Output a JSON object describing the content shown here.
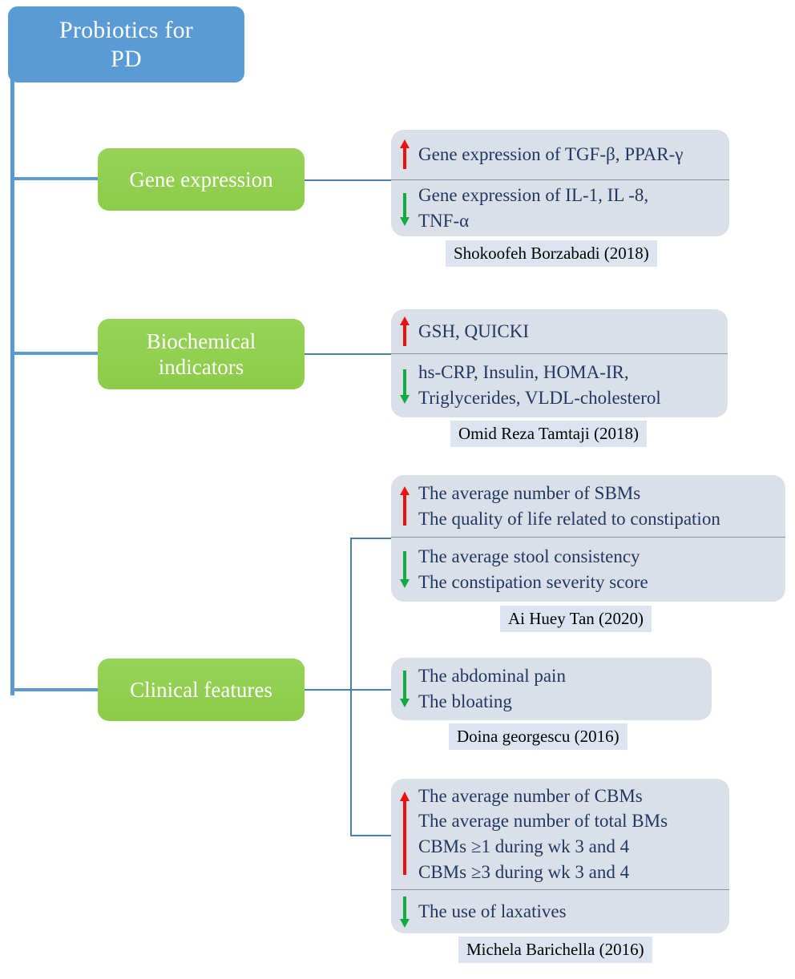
{
  "diagram": {
    "title": "Probiotics for PD",
    "root": {
      "label": "Probiotics for\nPD"
    },
    "colors": {
      "root_fill": "#5b9bd5",
      "category_fill": "#92d050",
      "panel_fill": "#dbdfe8",
      "citation_fill": "#dde3ef",
      "connector": "#5b9bd5",
      "increase_arrow": "#ee1111",
      "decrease_arrow": "#11aa44",
      "panel_text": "#1f3864",
      "node_text": "#ffffff"
    },
    "legend": {
      "up_arrow_meaning": "increase",
      "down_arrow_meaning": "decrease"
    },
    "categories": [
      {
        "id": "gene-expression",
        "label": "Gene expression",
        "studies": [
          {
            "citation": "Shokoofeh Borzabadi (2018)",
            "rows": [
              {
                "direction": "up",
                "icon": "arrow-up-icon",
                "text": "Gene expression of TGF-β, PPAR-γ"
              },
              {
                "direction": "down",
                "icon": "arrow-down-icon",
                "text": "Gene expression of IL-1, IL -8,\nTNF-α"
              }
            ]
          }
        ]
      },
      {
        "id": "biochemical-indicators",
        "label": "Biochemical\nindicators",
        "studies": [
          {
            "citation": "Omid Reza Tamtaji (2018)",
            "rows": [
              {
                "direction": "up",
                "icon": "arrow-up-icon",
                "text": "GSH, QUICKI"
              },
              {
                "direction": "down",
                "icon": "arrow-down-icon",
                "text": "hs-CRP, Insulin, HOMA-IR,\nTriglycerides, VLDL-cholesterol"
              }
            ]
          }
        ]
      },
      {
        "id": "clinical-features",
        "label": "Clinical features",
        "studies": [
          {
            "citation": "Ai Huey Tan (2020)",
            "rows": [
              {
                "direction": "up",
                "icon": "arrow-up-icon",
                "text": "The average number of SBMs\nThe quality of life related to constipation"
              },
              {
                "direction": "down",
                "icon": "arrow-down-icon",
                "text": "The average stool consistency\nThe constipation severity score"
              }
            ]
          },
          {
            "citation": "Doina georgescu (2016)",
            "rows": [
              {
                "direction": "down",
                "icon": "arrow-down-icon",
                "text": "The abdominal pain\nThe bloating"
              }
            ]
          },
          {
            "citation": "Michela Barichella (2016)",
            "rows": [
              {
                "direction": "up",
                "icon": "arrow-up-icon",
                "text": "The average number of CBMs\nThe average number of total BMs\nCBMs ≥1 during wk 3 and 4\nCBMs ≥3 during wk 3 and 4"
              },
              {
                "direction": "down",
                "icon": "arrow-down-icon",
                "text": "The use of laxatives"
              }
            ]
          }
        ]
      }
    ]
  }
}
